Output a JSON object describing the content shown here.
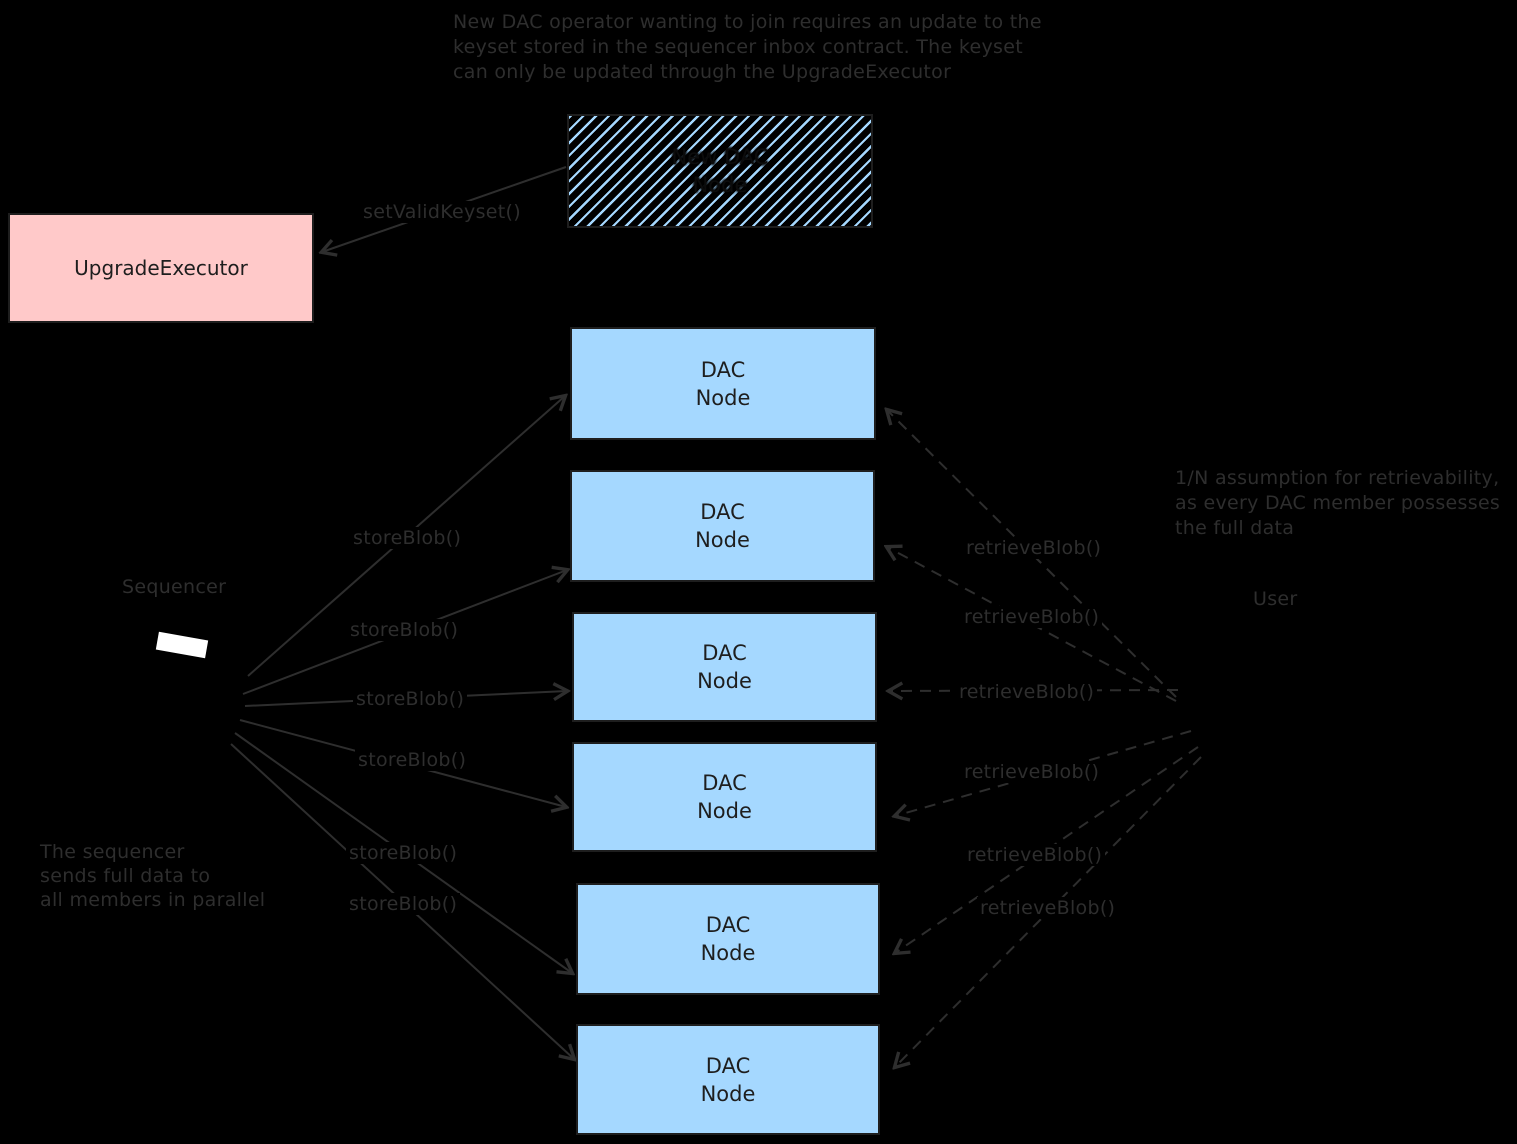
{
  "colors": {
    "background": "#000000",
    "stroke": "#2e2e2e",
    "dac_node_fill": "#a5d8ff",
    "upgrade_executor_fill": "#ffc9c9",
    "box_text": "#1e1e1e",
    "sequencer_screen": "#ffffff"
  },
  "notes": {
    "top": "New DAC operator wanting to join requires an update to the\nkeyset stored in the sequencer inbox contract. The keyset\ncan only be updated through the UpgradeExecutor",
    "left": "The sequencer\nsends full data to\nall members in parallel",
    "right": "1/N assumption for retrievability,\nas every DAC member possesses\nthe full data"
  },
  "labels": {
    "sequencer": "Sequencer",
    "user": "User"
  },
  "boxes": {
    "upgrade_executor": "UpgradeExecutor",
    "new_dac_node": "New DAC\nNode",
    "dac_nodes": [
      {
        "label": "DAC\nNode"
      },
      {
        "label": "DAC\nNode"
      },
      {
        "label": "DAC\nNode"
      },
      {
        "label": "DAC\nNode"
      },
      {
        "label": "DAC\nNode"
      },
      {
        "label": "DAC\nNode"
      }
    ]
  },
  "calls": {
    "set_valid_keyset": "setValidKeyset()",
    "store": [
      {
        "label": "storeBlob()"
      },
      {
        "label": "storeBlob()"
      },
      {
        "label": "storeBlob()"
      },
      {
        "label": "storeBlob()"
      },
      {
        "label": "storeBlob()"
      },
      {
        "label": "storeBlob()"
      }
    ],
    "retrieve": [
      {
        "label": "retrieveBlob()"
      },
      {
        "label": "retrieveBlob()"
      },
      {
        "label": "retrieveBlob()"
      },
      {
        "label": "retrieveBlob()"
      },
      {
        "label": "retrieveBlob()"
      },
      {
        "label": "retrieveBlob()"
      }
    ]
  }
}
